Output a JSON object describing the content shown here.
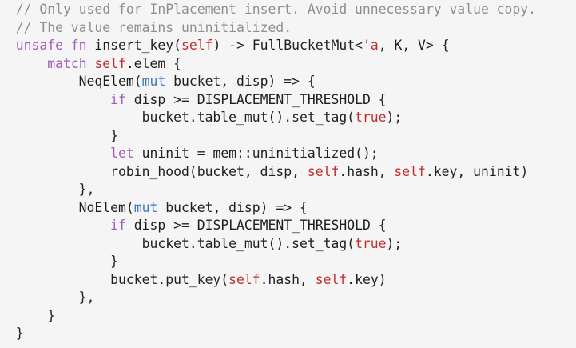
{
  "colors": {
    "background": "#f5f5f5",
    "text": "#1f1f1f",
    "comment": "#8f8f8f",
    "keyword": "#a45bbd",
    "self_and_literals": "#c02e2e",
    "mut": "#3f79b9"
  },
  "code": {
    "language": "rust",
    "lines": [
      [
        {
          "t": "comment",
          "v": "  // Only used for InPlacement insert. Avoid unnecessary value copy."
        }
      ],
      [
        {
          "t": "comment",
          "v": "  // The value remains uninitialized."
        }
      ],
      [
        {
          "t": "keyword",
          "v": "  unsafe fn "
        },
        {
          "t": "plain",
          "v": "insert_key("
        },
        {
          "t": "self",
          "v": "self"
        },
        {
          "t": "plain",
          "v": ") -> FullBucketMut<"
        },
        {
          "t": "lifetime",
          "v": "'a"
        },
        {
          "t": "plain",
          "v": ", K, V> {"
        }
      ],
      [
        {
          "t": "plain",
          "v": "      "
        },
        {
          "t": "keyword",
          "v": "match "
        },
        {
          "t": "self",
          "v": "self"
        },
        {
          "t": "plain",
          "v": ".elem {"
        }
      ],
      [
        {
          "t": "plain",
          "v": "          NeqElem("
        },
        {
          "t": "mut",
          "v": "mut"
        },
        {
          "t": "plain",
          "v": " bucket, disp) => {"
        }
      ],
      [
        {
          "t": "plain",
          "v": "              "
        },
        {
          "t": "keyword",
          "v": "if"
        },
        {
          "t": "plain",
          "v": " disp >= DISPLACEMENT_THRESHOLD {"
        }
      ],
      [
        {
          "t": "plain",
          "v": "                  bucket.table_mut().set_tag("
        },
        {
          "t": "bool",
          "v": "true"
        },
        {
          "t": "plain",
          "v": ");"
        }
      ],
      [
        {
          "t": "plain",
          "v": "              }"
        }
      ],
      [
        {
          "t": "plain",
          "v": "              "
        },
        {
          "t": "keyword",
          "v": "let"
        },
        {
          "t": "plain",
          "v": " uninit = mem::uninitialized();"
        }
      ],
      [
        {
          "t": "plain",
          "v": "              robin_hood(bucket, disp, "
        },
        {
          "t": "self",
          "v": "self"
        },
        {
          "t": "plain",
          "v": ".hash, "
        },
        {
          "t": "self",
          "v": "self"
        },
        {
          "t": "plain",
          "v": ".key, uninit)"
        }
      ],
      [
        {
          "t": "plain",
          "v": "          },"
        }
      ],
      [
        {
          "t": "plain",
          "v": "          NoElem("
        },
        {
          "t": "mut",
          "v": "mut"
        },
        {
          "t": "plain",
          "v": " bucket, disp) => {"
        }
      ],
      [
        {
          "t": "plain",
          "v": "              "
        },
        {
          "t": "keyword",
          "v": "if"
        },
        {
          "t": "plain",
          "v": " disp >= DISPLACEMENT_THRESHOLD {"
        }
      ],
      [
        {
          "t": "plain",
          "v": "                  bucket.table_mut().set_tag("
        },
        {
          "t": "bool",
          "v": "true"
        },
        {
          "t": "plain",
          "v": ");"
        }
      ],
      [
        {
          "t": "plain",
          "v": "              }"
        }
      ],
      [
        {
          "t": "plain",
          "v": "              bucket.put_key("
        },
        {
          "t": "self",
          "v": "self"
        },
        {
          "t": "plain",
          "v": ".hash, "
        },
        {
          "t": "self",
          "v": "self"
        },
        {
          "t": "plain",
          "v": ".key)"
        }
      ],
      [
        {
          "t": "plain",
          "v": "          },"
        }
      ],
      [
        {
          "t": "plain",
          "v": "      }"
        }
      ],
      [
        {
          "t": "plain",
          "v": "  }"
        }
      ]
    ]
  }
}
